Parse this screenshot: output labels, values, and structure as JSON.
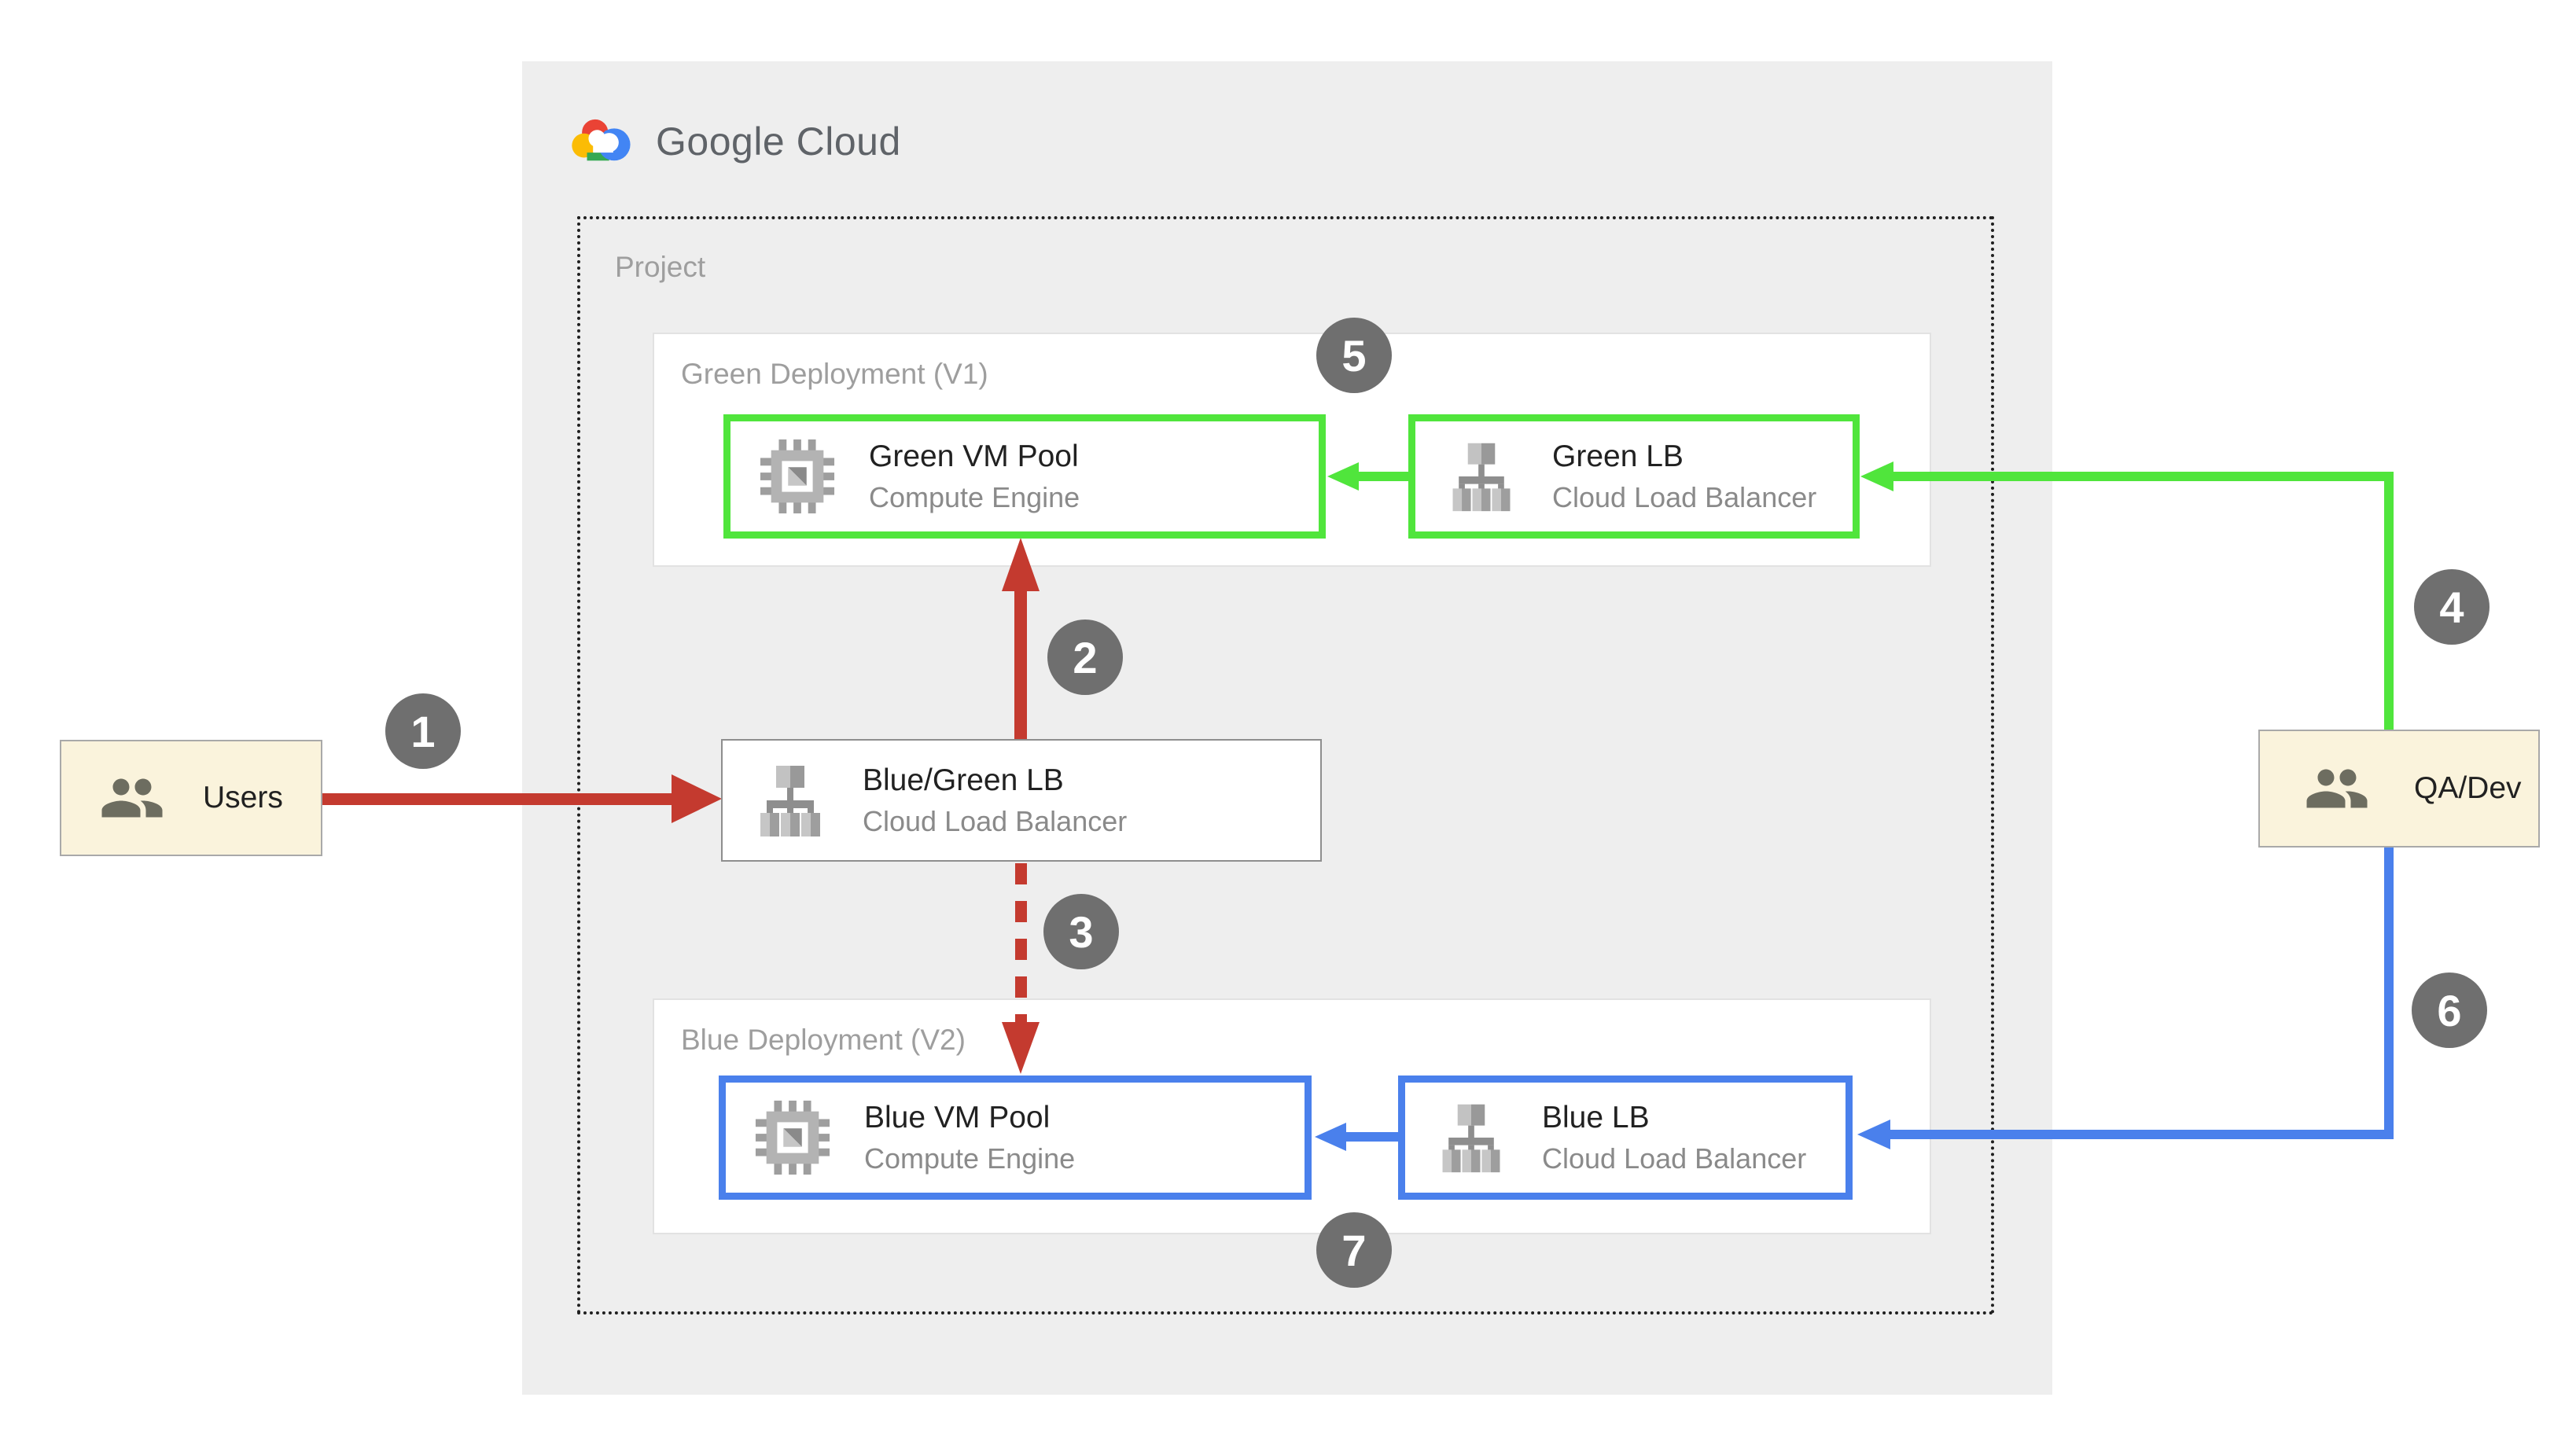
{
  "header": {
    "logo_text": "Google Cloud"
  },
  "project": {
    "label": "Project"
  },
  "deployments": {
    "green": {
      "label": "Green Deployment (V1)"
    },
    "blue": {
      "label": "Blue Deployment (V2)"
    }
  },
  "nodes": {
    "green_vm": {
      "title": "Green VM Pool",
      "subtitle": "Compute Engine"
    },
    "green_lb": {
      "title": "Green LB",
      "subtitle": "Cloud Load Balancer"
    },
    "bg_lb": {
      "title": "Blue/Green LB",
      "subtitle": "Cloud Load Balancer"
    },
    "blue_vm": {
      "title": "Blue VM Pool",
      "subtitle": "Compute Engine"
    },
    "blue_lb": {
      "title": "Blue LB",
      "subtitle": "Cloud Load Balancer"
    }
  },
  "actors": {
    "users": {
      "label": "Users"
    },
    "qadev": {
      "label": "QA/Dev"
    }
  },
  "steps": [
    "1",
    "2",
    "3",
    "4",
    "5",
    "6",
    "7"
  ],
  "colors": {
    "panel_bg": "#EEEEEE",
    "green_accent": "#50E53C",
    "blue_accent": "#4A80EC",
    "red_accent": "#C43A2F",
    "badge_gray": "#6F6F6F",
    "actor_bg": "#FAF3DC",
    "label_gray": "#9E9E9E",
    "logo_gray": "#5F6368",
    "google_red": "#EA4335",
    "google_yellow": "#FBBC05",
    "google_green": "#34A853",
    "google_blue": "#4285F4"
  }
}
